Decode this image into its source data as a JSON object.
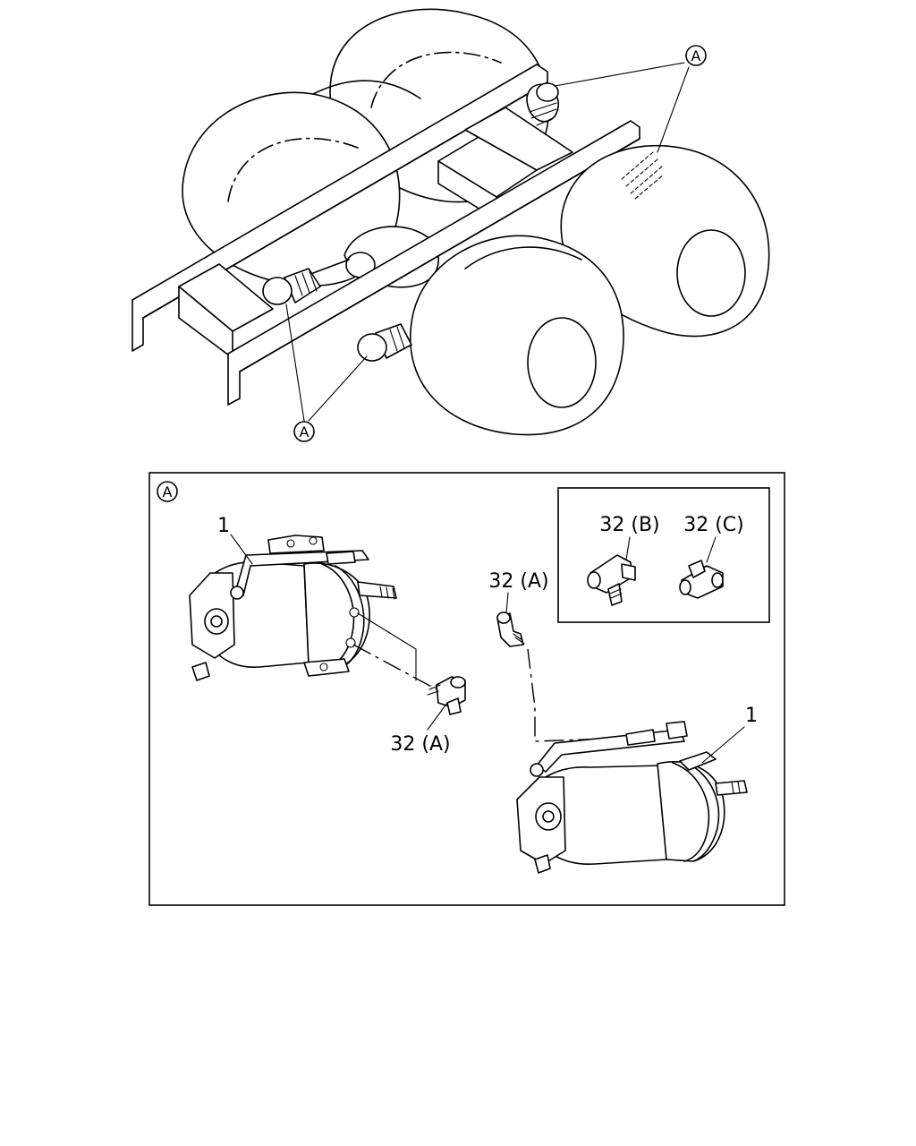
{
  "reference_letter": "A",
  "labels": {
    "part_1": "1",
    "fitting_a": "32 (A)",
    "fitting_b": "32 (B)",
    "fitting_c": "32 (C)"
  },
  "colors": {
    "line": "#000000",
    "background": "#ffffff"
  }
}
